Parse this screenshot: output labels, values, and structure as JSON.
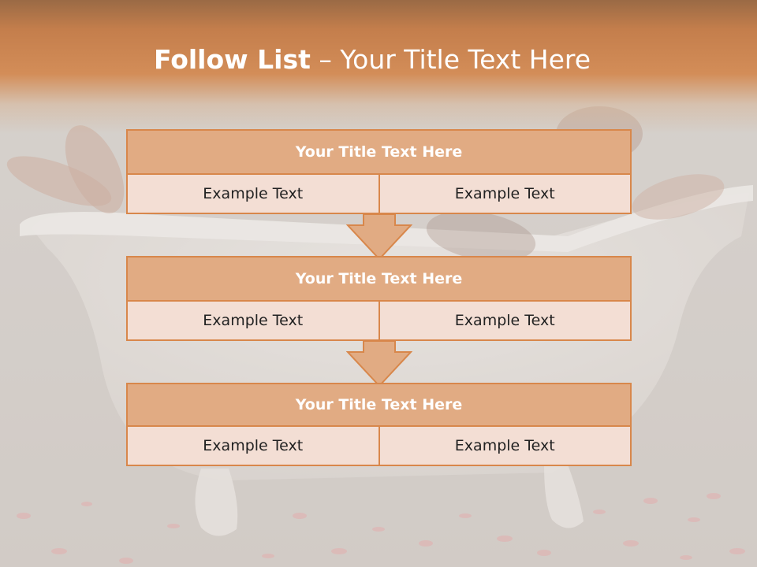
{
  "slide": {
    "title_bold": "Follow List",
    "title_rest": " – Your Title Text Here"
  },
  "steps": [
    {
      "title": "Your Title Text Here",
      "cells": [
        "Example Text",
        "Example Text"
      ]
    },
    {
      "title": "Your Title Text Here",
      "cells": [
        "Example Text",
        "Example Text"
      ]
    },
    {
      "title": "Your Title Text Here",
      "cells": [
        "Example Text",
        "Example Text"
      ]
    }
  ],
  "colors": {
    "header_accent": "#d38d58",
    "panel_title_fill": "#e1ab83",
    "panel_border": "#d8874b",
    "panel_cell_fill": "#f3ded4"
  },
  "icons": {
    "arrow": "down-arrow-icon"
  }
}
